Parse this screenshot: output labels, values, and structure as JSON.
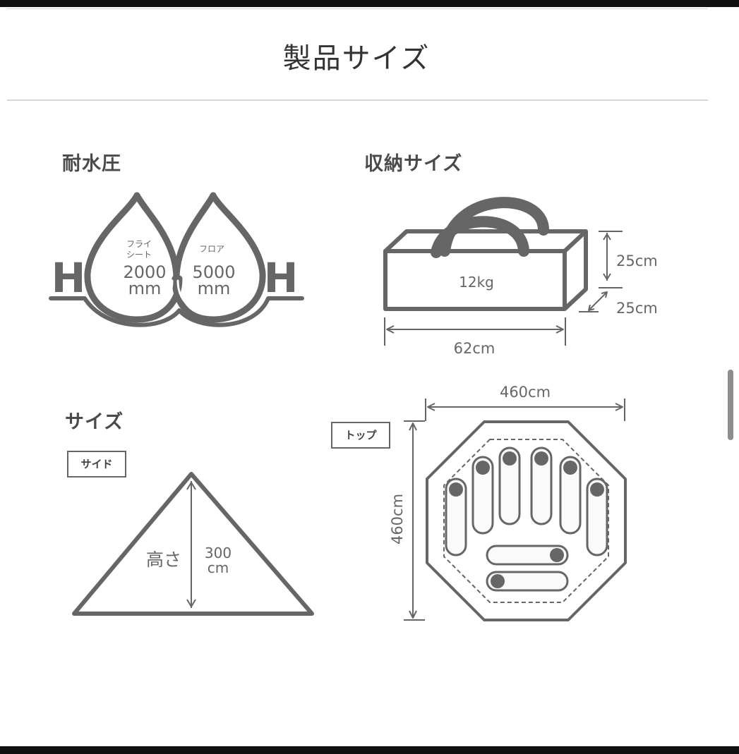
{
  "page_title": "製品サイズ",
  "sections": {
    "water": {
      "title": "耐水圧",
      "letter": "H",
      "fly": {
        "label_line1": "フライ",
        "label_line2": "シート",
        "value": "2000",
        "unit": "mm"
      },
      "floor": {
        "label": "フロア",
        "value": "5000",
        "unit": "mm"
      }
    },
    "storage": {
      "title": "収納サイズ",
      "weight": "12kg",
      "height": "25cm",
      "depth": "25cm",
      "width": "62cm"
    },
    "size": {
      "title": "サイズ",
      "side_tag": "サイド",
      "height_label": "高さ",
      "height_value": "300",
      "height_unit": "cm",
      "top_tag": "トップ",
      "width": "460cm",
      "depth": "460cm"
    }
  },
  "colors": {
    "line": "#666666",
    "dark": "#111111",
    "fill_light": "#fafafa"
  }
}
